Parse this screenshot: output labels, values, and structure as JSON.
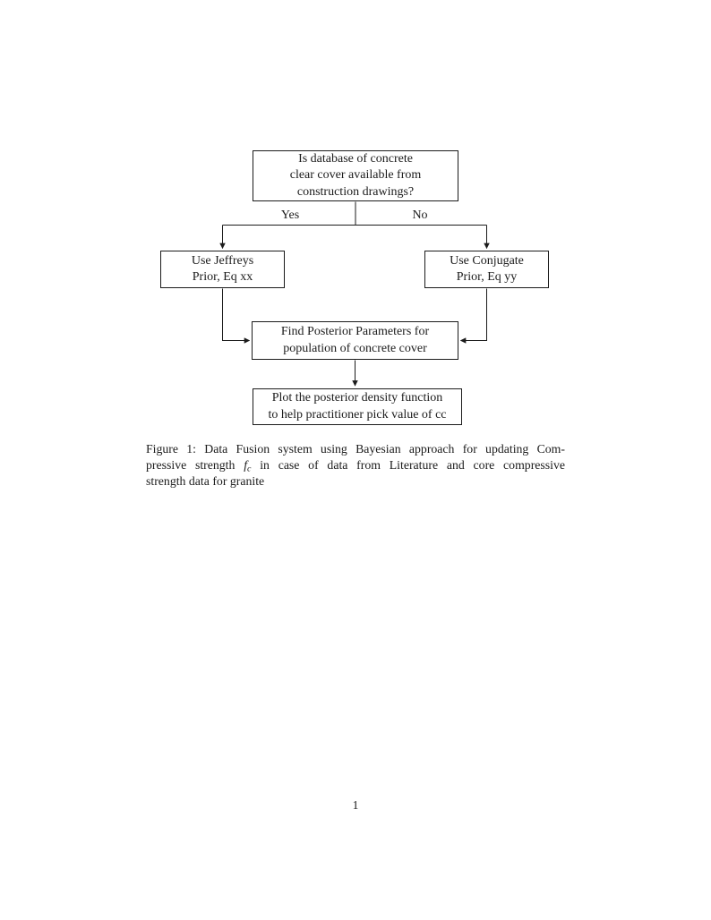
{
  "flowchart": {
    "top_box": {
      "lines": [
        "Is database of concrete",
        "clear cover available from",
        "construction drawings?"
      ]
    },
    "yes_label": "Yes",
    "no_label": "No",
    "left_box": {
      "lines": [
        "Use Jeffreys",
        "Prior, Eq xx"
      ]
    },
    "right_box": {
      "lines": [
        "Use Conjugate",
        "Prior, Eq yy"
      ]
    },
    "mid_box": {
      "lines": [
        "Find Posterior Parameters for",
        "population of concrete cover"
      ]
    },
    "bottom_box": {
      "lines": [
        "Plot the posterior density function",
        "to help practitioner pick value of cc"
      ]
    }
  },
  "caption": {
    "line1": "Figure 1: Data Fusion system using Bayesian approach for updating Com-",
    "line2_pre": "pressive strength",
    "math_f": "f",
    "math_sub": "c",
    "line2_post": "in case of data from Literature and core compressive",
    "line3": "strength data for granite"
  },
  "page": {
    "number": "1"
  },
  "colors": {
    "ink": "#1b1b1b",
    "background": "#ffffff"
  }
}
